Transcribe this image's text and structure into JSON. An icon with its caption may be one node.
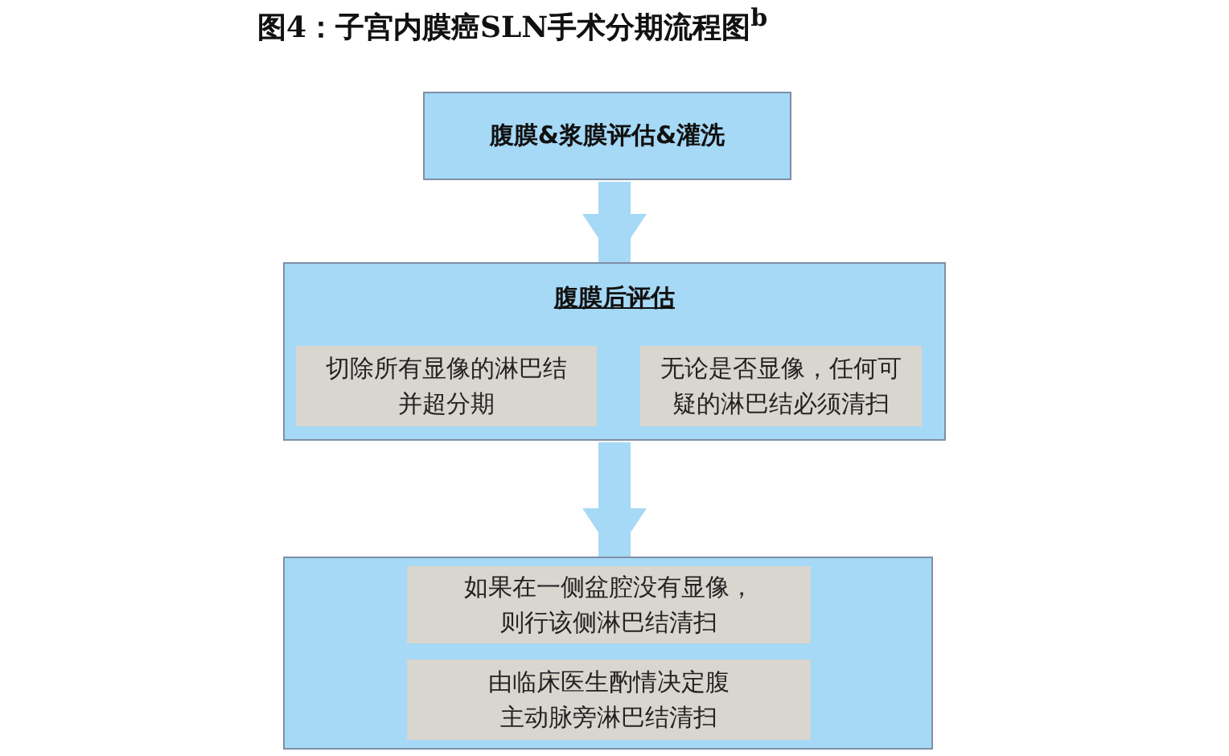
{
  "diagram": {
    "title": "图4：子宫内膜癌SLN手术分期流程图$^{b}$",
    "nodes": [
      {
        "text": [
          "腹膜&浆膜评估&灌洗"
        ]
      },
      {
        "text": [
          "腹膜后评估"
        ]
      },
      {
        "text": [
          "切除所有显像的淋巴结并超分期"
        ],
        "in": 1
      },
      {
        "text": [
          "无论是否显像，任何可疑的淋巴结必须清扫"
        ],
        "in": 1
      },
      {
        "text": [],
        "shape": "box"
      },
      {
        "text": [
          "如果在一侧盆腔没有显像，则行该侧淋巴结清扫"
        ],
        "in": 4
      },
      {
        "text": [
          "由临床医生酌情决定腹主动脉旁淋巴结清扫"
        ],
        "in": 4
      }
    ],
    "edges": [
      {
        "from": 0,
        "to": 1,
        "arrow": "to"
      },
      {
        "from": 1,
        "to": 4,
        "arrow": "to"
      }
    ]
  }
}
